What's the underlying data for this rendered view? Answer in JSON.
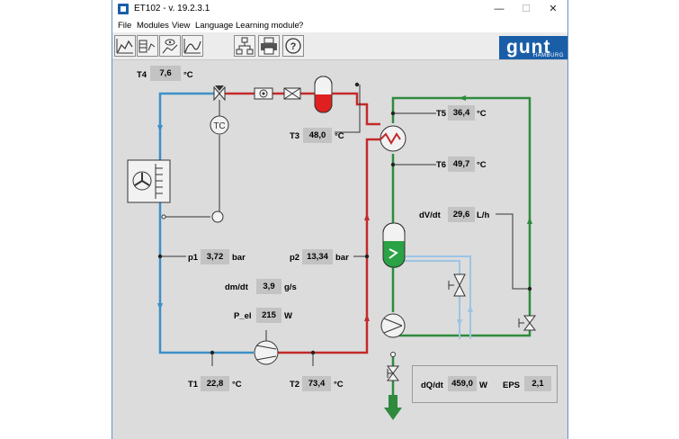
{
  "window": {
    "title": "ET102 - v. 19.2.3.1",
    "minimize_glyph": "—",
    "maximize_glyph": "☐",
    "close_glyph": "✕"
  },
  "menu": [
    "File",
    "Modules",
    "View",
    "Language",
    "Learning module",
    "?"
  ],
  "toolbar": {
    "buttons": [
      "chart-icon",
      "table-chart-icon",
      "view-chart-icon",
      "diagram-chart-icon",
      "network-icon",
      "printer-icon",
      "help-icon"
    ]
  },
  "logo": {
    "text": "gunt",
    "sub": "HAMBURG"
  },
  "colors": {
    "low_pressure": "#3d8fc8",
    "high_pressure": "#c32a2a",
    "water": "#2f8a3e",
    "water_light": "#9cc4e4",
    "receiver_fill": "#e02020",
    "tank_fill": "#2aa245"
  },
  "measurements": {
    "T4": {
      "label": "T4",
      "value": "7,6",
      "unit": "°C"
    },
    "T3": {
      "label": "T3",
      "value": "48,0",
      "unit": "°C"
    },
    "T5": {
      "label": "T5",
      "value": "36,4",
      "unit": "°C"
    },
    "T6": {
      "label": "T6",
      "value": "49,7",
      "unit": "°C"
    },
    "dVdt": {
      "label": "dV/dt",
      "value": "29,6",
      "unit": "L/h"
    },
    "p1": {
      "label": "p1",
      "value": "3,72",
      "unit": "bar"
    },
    "p2": {
      "label": "p2",
      "value": "13,34",
      "unit": "bar"
    },
    "dmdt": {
      "label": "dm/dt",
      "value": "3,9",
      "unit": "g/s"
    },
    "Pel": {
      "label": "P_el",
      "value": "215",
      "unit": "W"
    },
    "T1": {
      "label": "T1",
      "value": "22,8",
      "unit": "°C"
    },
    "T2": {
      "label": "T2",
      "value": "73,4",
      "unit": "°C"
    },
    "dQdt": {
      "label": "dQ/dt",
      "value": "459,0",
      "unit": "W"
    },
    "EPS": {
      "label": "EPS",
      "value": "2,1"
    }
  },
  "tc_label": "TC"
}
